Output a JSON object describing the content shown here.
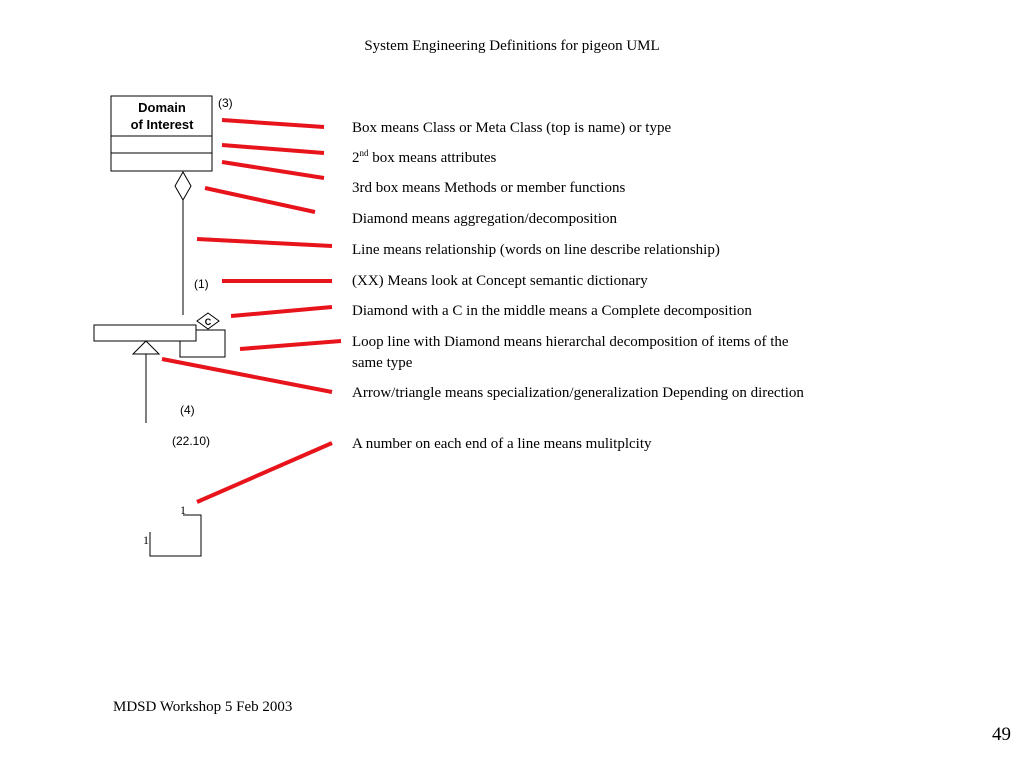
{
  "title": "System Engineering Definitions for pigeon UML",
  "diagram": {
    "class_box_name_line1": "Domain",
    "class_box_name_line2": "of Interest",
    "label_3": "(3)",
    "label_1": "(1)",
    "label_c": "C",
    "label_4": "(4)",
    "label_22_10": "(22.10)",
    "mult_top": "1",
    "mult_left": "1",
    "pointer_color": "#e8141b"
  },
  "definitions": [
    {
      "text": "Box means Class or Meta Class (top is name) or type"
    },
    {
      "text": "2",
      "sup": "nd",
      "rest": " box means attributes"
    },
    {
      "text": "3rd box means Methods or member functions"
    },
    {
      "text": "Diamond means aggregation/decomposition"
    },
    {
      "text": "Line means relationship (words on line describe relationship)"
    },
    {
      "text": "(XX) Means look at Concept semantic dictionary"
    },
    {
      "text": "Diamond with a C in the middle means a Complete decomposition"
    },
    {
      "text": "Loop line with Diamond means hierarchal decomposition of items of the same type"
    },
    {
      "text": "Arrow/triangle means specialization/generalization Depending on direction"
    },
    {
      "text": "A number on each end of a line means mulitplcity"
    }
  ],
  "footer": "MDSD Workshop 5 Feb 2003",
  "page_number": "49"
}
